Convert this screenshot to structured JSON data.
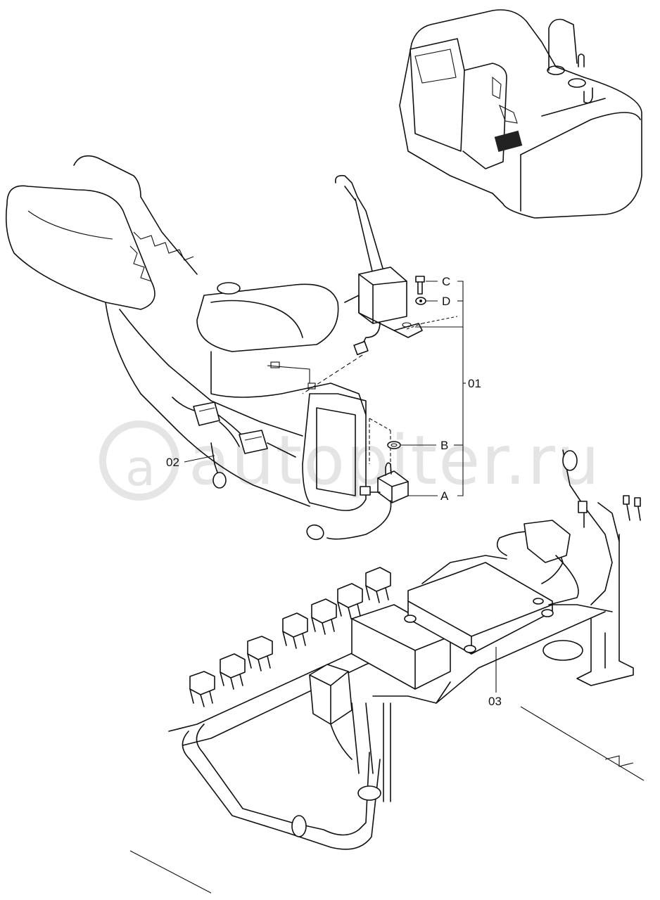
{
  "callouts": {
    "A": "A",
    "B": "B",
    "C": "C",
    "D": "D",
    "group_01": "01",
    "part_02": "02",
    "part_03": "03"
  },
  "watermark": {
    "text": "autopiter.ru"
  },
  "colors": {
    "line": "#111111",
    "background": "#ffffff",
    "watermark": "#cfcfcf"
  }
}
